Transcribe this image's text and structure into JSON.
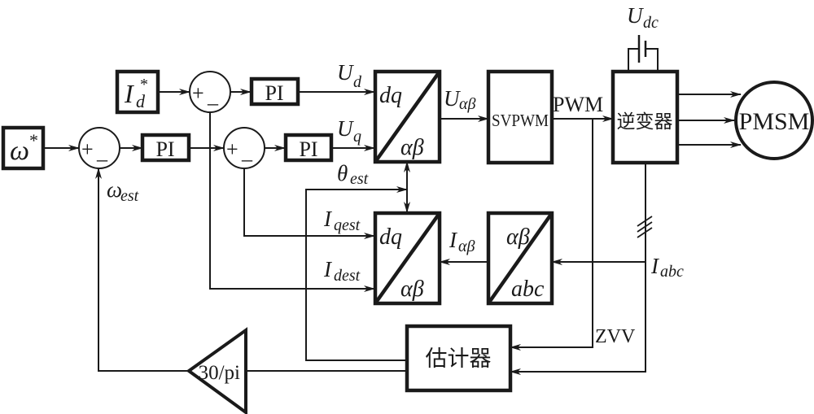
{
  "diagram": {
    "type": "block-diagram",
    "subject": "PMSM sensorless vector control",
    "blocks": {
      "omega_ref": {
        "main": "ω",
        "sup": "*"
      },
      "id_ref": {
        "main": "I",
        "sub": "d",
        "sup": "*"
      },
      "pi_speed": "PI",
      "pi_d": "PI",
      "pi_q": "PI",
      "park_inv": {
        "top": "dq",
        "bottom": "αβ"
      },
      "svpwm": "SVPWM",
      "inverter": "逆变器",
      "motor": "PMSM",
      "park": {
        "top": "dq",
        "bottom": "αβ"
      },
      "clarke": {
        "top": "αβ",
        "bottom": "abc"
      },
      "estimator": "估计器",
      "gain": "30/pi"
    },
    "sum_signs": {
      "plus": "+",
      "minus": "_"
    },
    "signals": {
      "ud": {
        "main": "U",
        "sub": "d"
      },
      "uq": {
        "main": "U",
        "sub": "q"
      },
      "ualphabeta": {
        "main": "U",
        "sub": "αβ"
      },
      "pwm": "PWM",
      "udc": {
        "main": "U",
        "sub": "dc"
      },
      "theta_est": {
        "main": "θ",
        "sub": "est"
      },
      "iqest": {
        "main": "I",
        "sub": "qest"
      },
      "idest": {
        "main": "I",
        "sub": "dest"
      },
      "ialphabeta": {
        "main": "I",
        "sub": "αβ"
      },
      "iabc": {
        "main": "I",
        "sub": "abc"
      },
      "zvv": "ZVV",
      "omega_est": {
        "main": "ω",
        "sub": "est"
      }
    }
  }
}
